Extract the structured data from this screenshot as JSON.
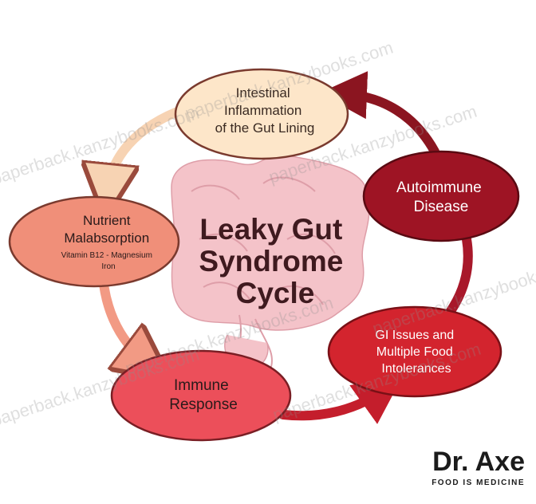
{
  "title": [
    "Leaky Gut",
    "Syndrome",
    "Cycle"
  ],
  "nodes": [
    {
      "id": "inflammation",
      "lines": [
        "Intestinal",
        "Inflammation",
        "of the Gut Lining"
      ],
      "fill": "#fde6c9",
      "text_color": "#3a2a22"
    },
    {
      "id": "autoimmune",
      "lines": [
        "Autoimmune",
        "Disease"
      ],
      "fill": "#9e1424",
      "text_color": "#ffffff"
    },
    {
      "id": "gi_issues",
      "lines": [
        "GI Issues and",
        "Multiple Food",
        "Intolerances"
      ],
      "fill": "#d3242e",
      "text_color": "#ffffff"
    },
    {
      "id": "immune",
      "lines": [
        "Immune",
        "Response"
      ],
      "fill": "#ec4f5a",
      "text_color": "#2a1a1a"
    },
    {
      "id": "nutrient",
      "lines": [
        "Nutrient",
        "Malabsorption"
      ],
      "sub_lines": [
        "Vitamin B12 - Magnesium",
        "Iron"
      ],
      "fill": "#f08f79",
      "text_color": "#2a1a1a"
    }
  ],
  "watermark": "paperback.kanzybooks.com",
  "brand": {
    "name": "Dr. Axe",
    "tagline": "FOOD IS MEDICINE"
  },
  "colors": {
    "gut": "#f3b9c0",
    "arrow_dark": "#8b1520",
    "arrow_light": "#f6c9a8",
    "title": "#3f1a1f"
  }
}
